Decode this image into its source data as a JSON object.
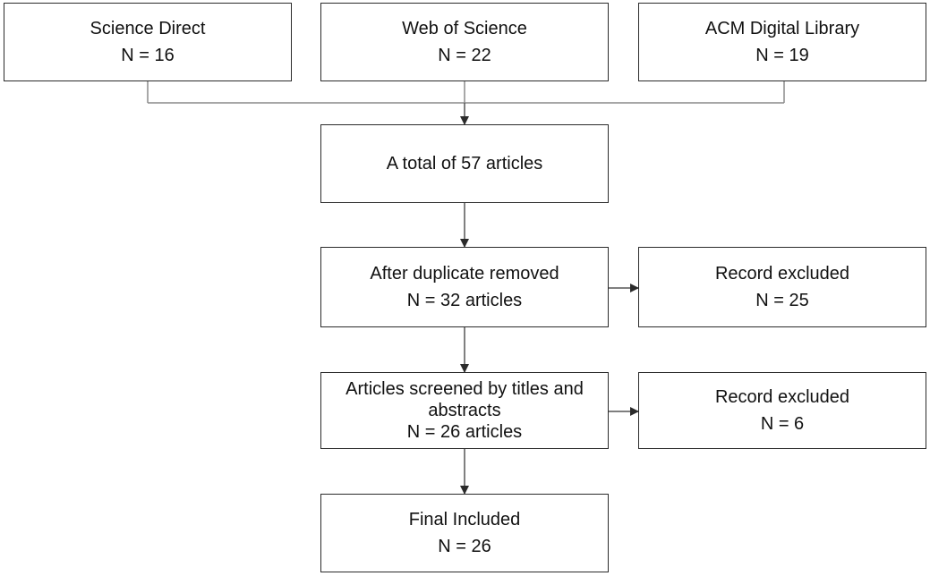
{
  "diagram": {
    "sources": [
      {
        "name": "Science Direct",
        "count": "N = 16"
      },
      {
        "name": "Web of Science",
        "count": "N = 22"
      },
      {
        "name": "ACM Digital Library",
        "count": "N = 19"
      }
    ],
    "total": {
      "text": "A total of 57 articles"
    },
    "dedup": {
      "line1": "After duplicate removed",
      "line2": "N = 32 articles"
    },
    "excluded_1": {
      "line1": "Record excluded",
      "line2": "N = 25"
    },
    "screened": {
      "line1": "Articles screened by titles and",
      "line2": "abstracts",
      "line3": "N = 26 articles"
    },
    "excluded_2": {
      "line1": "Record excluded",
      "line2": "N = 6"
    },
    "final": {
      "line1": "Final Included",
      "line2": "N = 26"
    }
  }
}
